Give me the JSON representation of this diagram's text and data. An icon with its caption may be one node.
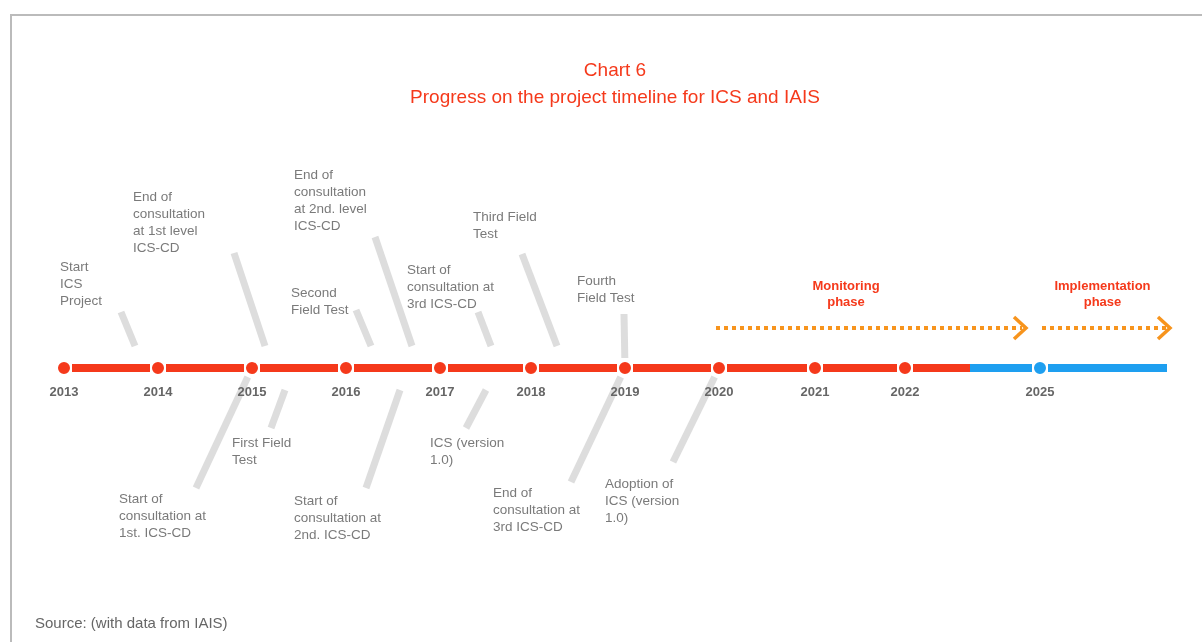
{
  "diagram": {
    "title": "Progress on the project timeline for ICS and IAIS",
    "nodes": [
      {
        "text": [
          "Start ICS Project"
        ]
      },
      {
        "text": [
          "End of consultation at 1st level ICS-CD"
        ]
      },
      {
        "text": [
          "End of consultation at 2nd. level ICS-CD"
        ]
      },
      {
        "text": [
          "Second Field Test"
        ]
      },
      {
        "text": [
          "Third Field Test"
        ]
      },
      {
        "text": [
          "Start of consultation at 3rd ICS-CD"
        ]
      },
      {
        "text": [
          "Fourth Field Test"
        ]
      },
      {
        "text": [
          "First Field Test"
        ]
      },
      {
        "text": [
          "ICS (version 1.0)"
        ]
      },
      {
        "text": [
          "Start of consultation at 1st. ICS-CD"
        ]
      },
      {
        "text": [
          "Start of consultation at 2nd. ICS-CD"
        ]
      },
      {
        "text": [
          "Adoption of ICS (version 1.0)"
        ]
      },
      {
        "text": [
          "End of consultation at 3rd ICS-CD"
        ]
      },
      {
        "text": [],
        "shape": "circle",
        "beside": [
          "2013"
        ]
      },
      {
        "text": [],
        "shape": "circle",
        "beside": [
          "2014"
        ]
      },
      {
        "text": [],
        "shape": "circle",
        "beside": [
          "2015"
        ]
      },
      {
        "text": [],
        "shape": "circle",
        "beside": [
          "2016"
        ]
      },
      {
        "text": [],
        "shape": "circle",
        "beside": [
          "2017"
        ]
      },
      {
        "text": [],
        "shape": "circle",
        "beside": [
          "2018"
        ]
      },
      {
        "text": [],
        "shape": "circle",
        "beside": [
          "2019"
        ]
      },
      {
        "text": [],
        "shape": "circle",
        "beside": [
          "2020"
        ]
      },
      {
        "text": [],
        "shape": "circle",
        "beside": [
          "2021"
        ]
      },
      {
        "text": [],
        "shape": "circle",
        "beside": [
          "2022"
        ]
      },
      {
        "text": [],
        "shape": "circle",
        "beside": [
          "2025"
        ]
      }
    ],
    "edges": [
      {
        "from": 0,
        "to": null,
        "arrow": "none",
        "color": "#dddddd"
      },
      {
        "from": 1,
        "to": null,
        "arrow": "none",
        "color": "#dddddd"
      },
      {
        "from": 2,
        "to": null,
        "arrow": "none",
        "color": "#dddddd"
      },
      {
        "from": 3,
        "to": null,
        "arrow": "none",
        "color": "#dddddd"
      },
      {
        "from": 4,
        "to": null,
        "arrow": "none",
        "color": "#dddddd"
      },
      {
        "from": 5,
        "to": null,
        "arrow": "none",
        "color": "#dddddd"
      },
      {
        "from": 6,
        "to": 19,
        "arrow": "none",
        "color": "#dddddd"
      },
      {
        "from": 7,
        "to": null,
        "arrow": "none",
        "color": "#dddddd"
      },
      {
        "from": 8,
        "to": null,
        "arrow": "none",
        "color": "#dddddd"
      },
      {
        "from": 9,
        "to": 15,
        "arrow": "none",
        "color": "#dddddd"
      },
      {
        "from": 10,
        "to": null,
        "arrow": "none",
        "color": "#dddddd"
      },
      {
        "from": 11,
        "to": 20,
        "arrow": "none",
        "color": "#dddddd"
      },
      {
        "from": 12,
        "to": 19,
        "arrow": "none",
        "color": "#dddddd"
      },
      {
        "from": 13,
        "to": 14,
        "arrow": "none",
        "color": "#f5391b"
      },
      {
        "from": 14,
        "to": 15,
        "arrow": "none",
        "color": "#f5391b"
      },
      {
        "from": 15,
        "to": 16,
        "arrow": "none",
        "color": "#f5391b"
      },
      {
        "from": 16,
        "to": 17,
        "arrow": "none",
        "color": "#f5391b"
      },
      {
        "from": 17,
        "to": 18,
        "arrow": "none",
        "color": "#f5391b"
      },
      {
        "from": 18,
        "to": 19,
        "arrow": "none",
        "color": "#f5391b"
      },
      {
        "from": 19,
        "to": 20,
        "arrow": "none",
        "color": "#f5391b"
      },
      {
        "from": 20,
        "to": 21,
        "arrow": "none",
        "color": "#f5391b"
      },
      {
        "from": 21,
        "to": 22,
        "arrow": "none",
        "color": "#f5391b"
      },
      {
        "from": 22,
        "to": 23,
        "arrow": "none",
        "color": "#1e9ff0"
      },
      {
        "from": 23,
        "to": null,
        "arrow": "none",
        "color": "#1e9ff0"
      }
    ],
    "labels": [
      "Chart 6",
      "Monitoring phase",
      "Implementation phase",
      "Source: (with data from IAIS)"
    ]
  }
}
